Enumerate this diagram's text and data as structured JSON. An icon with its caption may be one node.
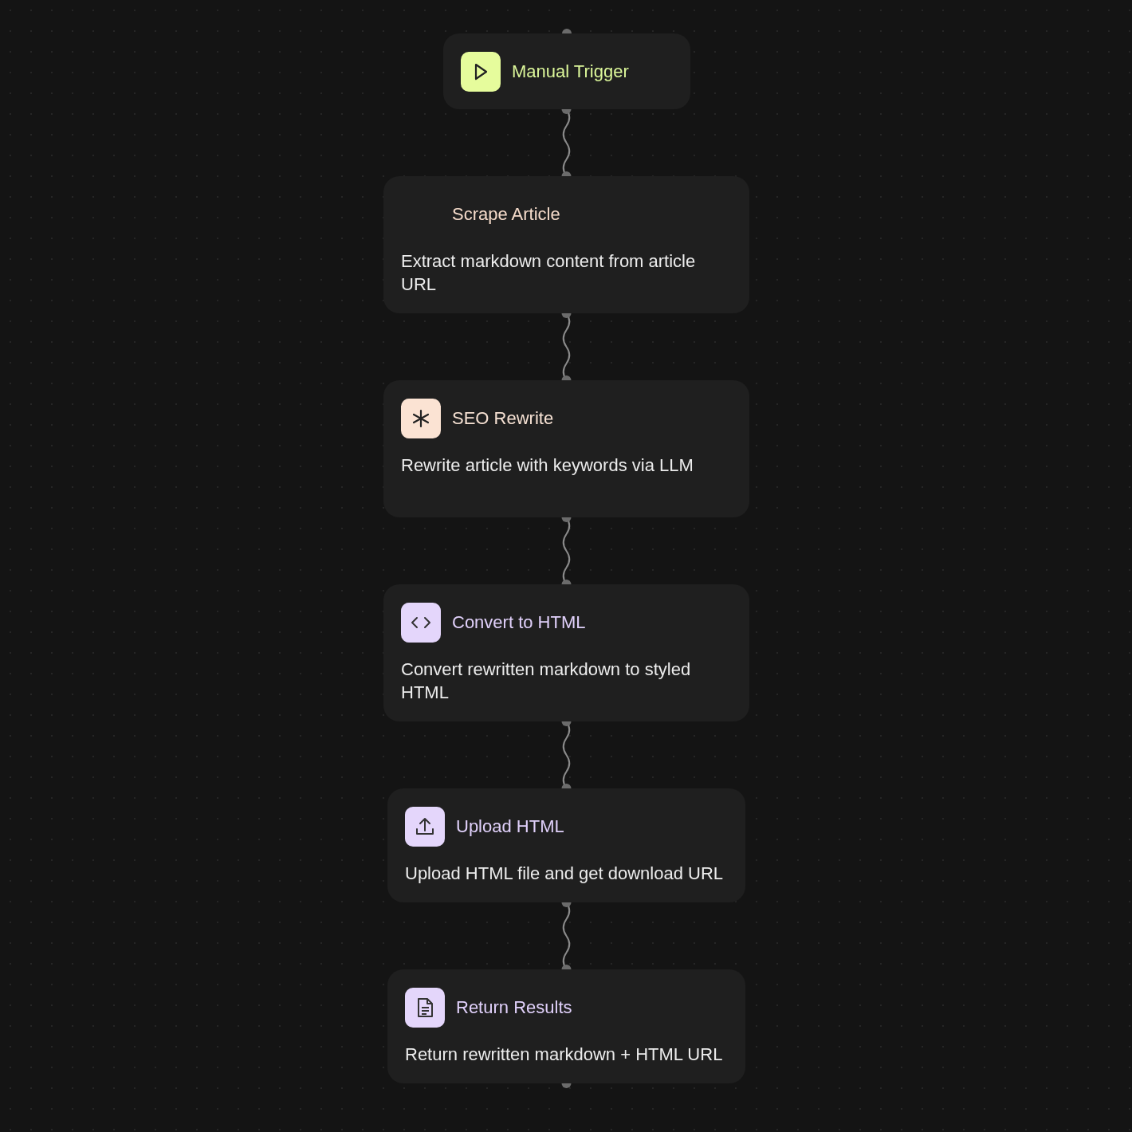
{
  "diagram": {
    "nodes": [
      {
        "text": [
          "Manual Trigger"
        ]
      },
      {
        "text": [
          "Scrape Article",
          "Extract markdown content from article URL"
        ]
      },
      {
        "text": [
          "SEO Rewrite",
          "Rewrite article with keywords via LLM"
        ]
      },
      {
        "text": [
          "Convert to HTML",
          "Convert rewritten markdown to styled HTML"
        ]
      },
      {
        "text": [
          "Upload HTML",
          "Upload HTML file and get download URL"
        ]
      },
      {
        "text": [
          "Return Results",
          "Return rewritten markdown + HTML URL"
        ]
      }
    ],
    "edges": [
      {
        "from": 0,
        "to": 1,
        "arrow": "none"
      },
      {
        "from": 1,
        "to": 2,
        "arrow": "none"
      },
      {
        "from": 2,
        "to": 3,
        "arrow": "none"
      },
      {
        "from": 3,
        "to": 4,
        "arrow": "none"
      },
      {
        "from": 4,
        "to": 5,
        "arrow": "none"
      }
    ]
  }
}
